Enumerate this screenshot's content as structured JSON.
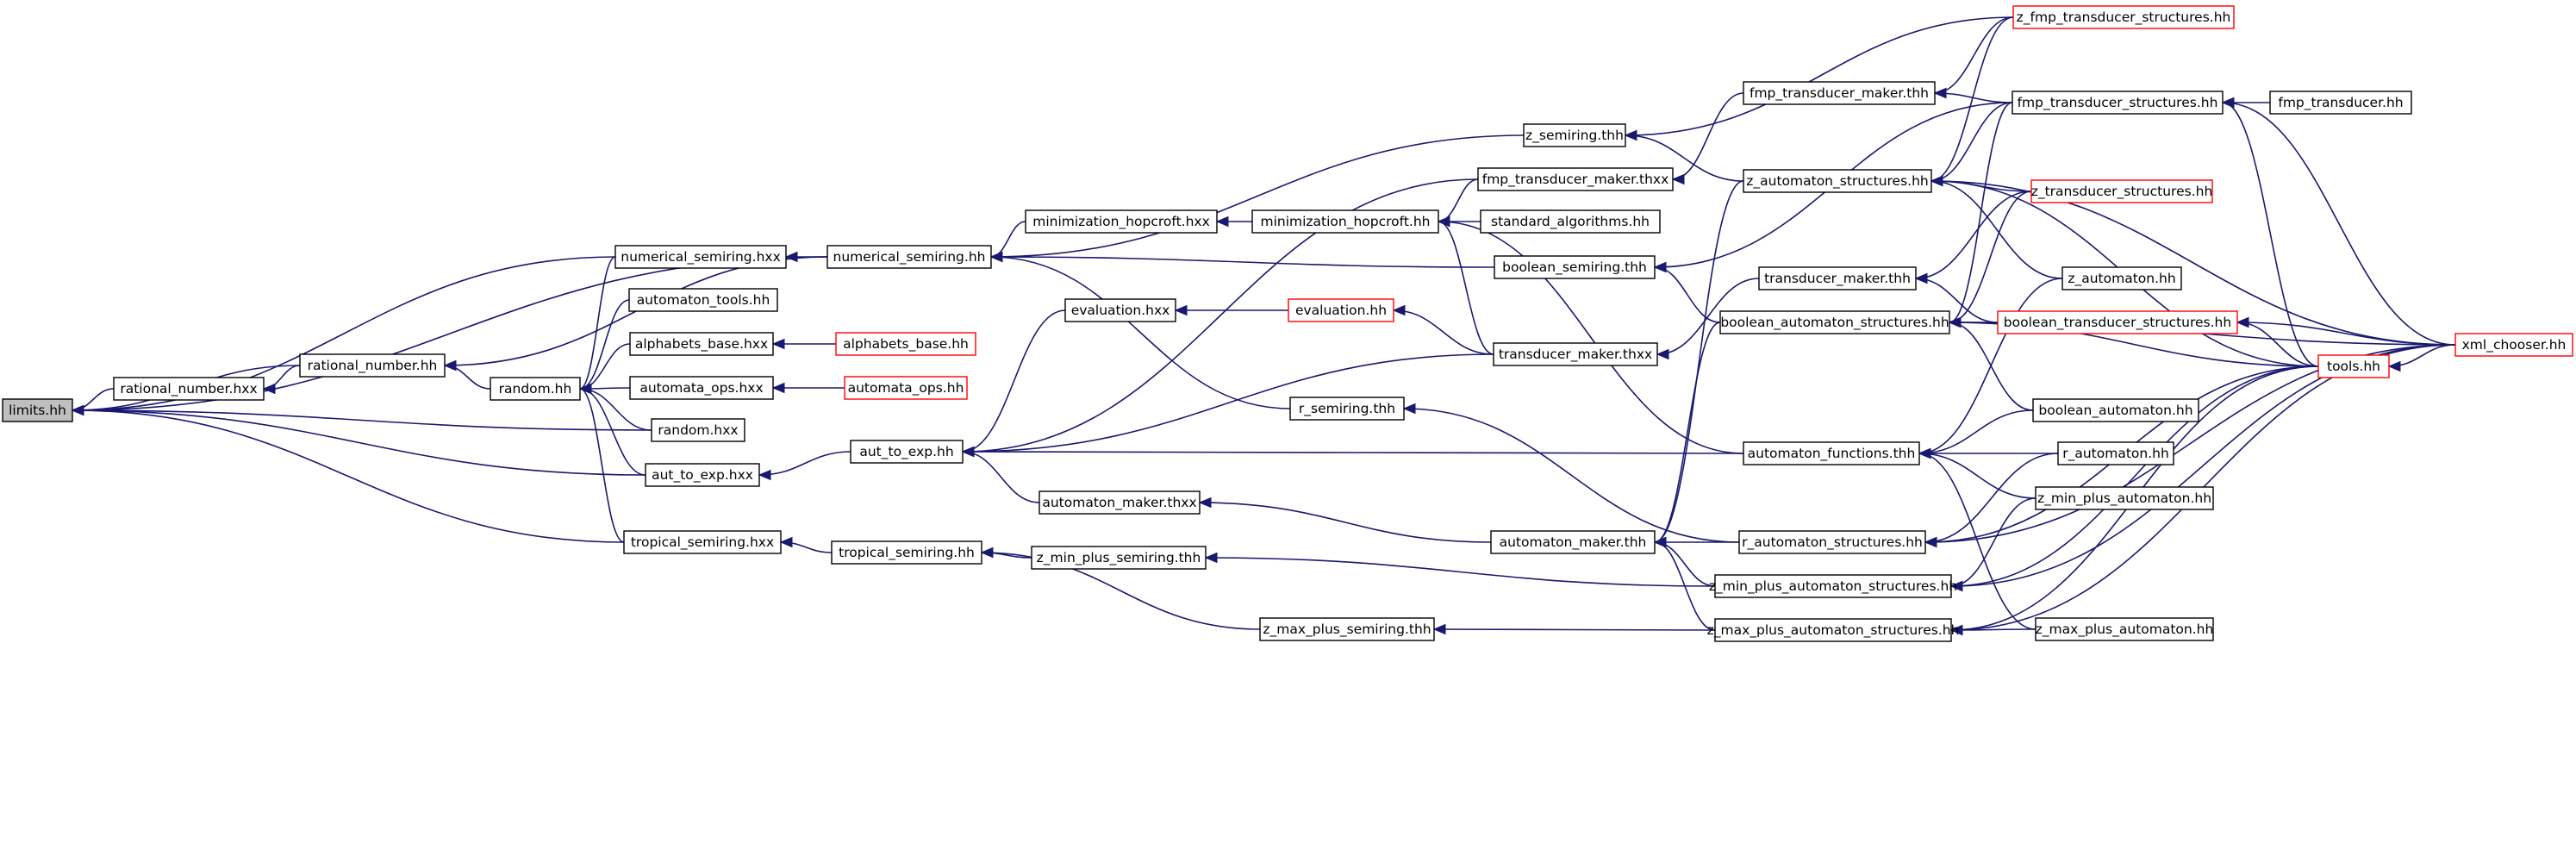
{
  "graph": {
    "colors": {
      "edge": "#191970",
      "normal_border": "#000000",
      "link_border": "#ff0000",
      "root_fill": "#bfbfbf",
      "background": "#ffffff"
    },
    "nodes": [
      {
        "id": "limits",
        "label": "limits.hh",
        "kind": "root"
      },
      {
        "id": "rational_number_hxx",
        "label": "rational_number.hxx",
        "kind": "normal"
      },
      {
        "id": "rational_number_hh",
        "label": "rational_number.hh",
        "kind": "normal"
      },
      {
        "id": "random_hh",
        "label": "random.hh",
        "kind": "normal"
      },
      {
        "id": "random_hxx",
        "label": "random.hxx",
        "kind": "normal"
      },
      {
        "id": "aut_to_exp_hxx",
        "label": "aut_to_exp.hxx",
        "kind": "normal"
      },
      {
        "id": "tropical_semiring_hxx",
        "label": "tropical_semiring.hxx",
        "kind": "normal"
      },
      {
        "id": "numerical_semiring_hxx",
        "label": "numerical_semiring.hxx",
        "kind": "normal"
      },
      {
        "id": "automaton_tools",
        "label": "automaton_tools.hh",
        "kind": "normal"
      },
      {
        "id": "alphabets_base_hxx",
        "label": "alphabets_base.hxx",
        "kind": "normal"
      },
      {
        "id": "automata_ops_hxx",
        "label": "automata_ops.hxx",
        "kind": "normal"
      },
      {
        "id": "alphabets_base_hh",
        "label": "alphabets_base.hh",
        "kind": "link"
      },
      {
        "id": "automata_ops_hh",
        "label": "automata_ops.hh",
        "kind": "link"
      },
      {
        "id": "numerical_semiring_hh",
        "label": "numerical_semiring.hh",
        "kind": "normal"
      },
      {
        "id": "aut_to_exp_hh",
        "label": "aut_to_exp.hh",
        "kind": "normal"
      },
      {
        "id": "tropical_semiring_hh",
        "label": "tropical_semiring.hh",
        "kind": "normal"
      },
      {
        "id": "minimization_hopcroft_hxx",
        "label": "minimization_hopcroft.hxx",
        "kind": "normal"
      },
      {
        "id": "minimization_hopcroft_hh",
        "label": "minimization_hopcroft.hh",
        "kind": "normal"
      },
      {
        "id": "evaluation_hxx",
        "label": "evaluation.hxx",
        "kind": "normal"
      },
      {
        "id": "evaluation_hh",
        "label": "evaluation.hh",
        "kind": "link"
      },
      {
        "id": "automaton_maker_thxx",
        "label": "automaton_maker.thxx",
        "kind": "normal"
      },
      {
        "id": "z_min_plus_semiring",
        "label": "z_min_plus_semiring.thh",
        "kind": "normal"
      },
      {
        "id": "z_max_plus_semiring",
        "label": "z_max_plus_semiring.thh",
        "kind": "normal"
      },
      {
        "id": "r_semiring",
        "label": "r_semiring.thh",
        "kind": "normal"
      },
      {
        "id": "z_semiring",
        "label": "z_semiring.thh",
        "kind": "normal"
      },
      {
        "id": "fmp_transducer_maker_thxx",
        "label": "fmp_transducer_maker.thxx",
        "kind": "normal"
      },
      {
        "id": "standard_algorithms",
        "label": "standard_algorithms.hh",
        "kind": "normal"
      },
      {
        "id": "boolean_semiring",
        "label": "boolean_semiring.thh",
        "kind": "normal"
      },
      {
        "id": "transducer_maker_thxx",
        "label": "transducer_maker.thxx",
        "kind": "normal"
      },
      {
        "id": "automaton_maker_thh",
        "label": "automaton_maker.thh",
        "kind": "normal"
      },
      {
        "id": "fmp_transducer_maker_thh",
        "label": "fmp_transducer_maker.thh",
        "kind": "normal"
      },
      {
        "id": "z_automaton_structures",
        "label": "z_automaton_structures.hh",
        "kind": "normal"
      },
      {
        "id": "transducer_maker_thh",
        "label": "transducer_maker.thh",
        "kind": "normal"
      },
      {
        "id": "boolean_automaton_structures",
        "label": "boolean_automaton_structures.hh",
        "kind": "normal"
      },
      {
        "id": "automaton_functions",
        "label": "automaton_functions.thh",
        "kind": "normal"
      },
      {
        "id": "r_automaton_structures",
        "label": "r_automaton_structures.hh",
        "kind": "normal"
      },
      {
        "id": "z_min_plus_automaton_structures",
        "label": "z_min_plus_automaton_structures.hh",
        "kind": "normal"
      },
      {
        "id": "z_max_plus_automaton_structures",
        "label": "z_max_plus_automaton_structures.hh",
        "kind": "normal"
      },
      {
        "id": "z_fmp_transducer_structures",
        "label": "z_fmp_transducer_structures.hh",
        "kind": "link"
      },
      {
        "id": "fmp_transducer_structures",
        "label": "fmp_transducer_structures.hh",
        "kind": "normal"
      },
      {
        "id": "z_transducer_structures",
        "label": "z_transducer_structures.hh",
        "kind": "link"
      },
      {
        "id": "z_automaton",
        "label": "z_automaton.hh",
        "kind": "normal"
      },
      {
        "id": "boolean_transducer_structures",
        "label": "boolean_transducer_structures.hh",
        "kind": "link"
      },
      {
        "id": "boolean_automaton",
        "label": "boolean_automaton.hh",
        "kind": "normal"
      },
      {
        "id": "r_automaton",
        "label": "r_automaton.hh",
        "kind": "normal"
      },
      {
        "id": "z_min_plus_automaton",
        "label": "z_min_plus_automaton.hh",
        "kind": "normal"
      },
      {
        "id": "z_max_plus_automaton",
        "label": "z_max_plus_automaton.hh",
        "kind": "normal"
      },
      {
        "id": "fmp_transducer",
        "label": "fmp_transducer.hh",
        "kind": "normal"
      },
      {
        "id": "tools",
        "label": "tools.hh",
        "kind": "link"
      },
      {
        "id": "xml_chooser",
        "label": "xml_chooser.hh",
        "kind": "link"
      }
    ],
    "edges": [
      [
        "rational_number_hxx",
        "limits"
      ],
      [
        "rational_number_hh",
        "limits"
      ],
      [
        "random_hxx",
        "limits"
      ],
      [
        "aut_to_exp_hxx",
        "limits"
      ],
      [
        "tropical_semiring_hxx",
        "limits"
      ],
      [
        "numerical_semiring_hxx",
        "limits"
      ],
      [
        "numerical_semiring_hh",
        "limits"
      ],
      [
        "rational_number_hh",
        "rational_number_hxx"
      ],
      [
        "random_hh",
        "rational_number_hh"
      ],
      [
        "numerical_semiring_hh",
        "rational_number_hh"
      ],
      [
        "automaton_tools",
        "random_hh"
      ],
      [
        "alphabets_base_hxx",
        "random_hh"
      ],
      [
        "automata_ops_hxx",
        "random_hh"
      ],
      [
        "random_hxx",
        "random_hh"
      ],
      [
        "aut_to_exp_hxx",
        "random_hh"
      ],
      [
        "tropical_semiring_hxx",
        "random_hh"
      ],
      [
        "numerical_semiring_hxx",
        "random_hh"
      ],
      [
        "alphabets_base_hh",
        "alphabets_base_hxx"
      ],
      [
        "automata_ops_hh",
        "automata_ops_hxx"
      ],
      [
        "numerical_semiring_hh",
        "numerical_semiring_hxx"
      ],
      [
        "aut_to_exp_hh",
        "aut_to_exp_hxx"
      ],
      [
        "tropical_semiring_hh",
        "tropical_semiring_hxx"
      ],
      [
        "minimization_hopcroft_hxx",
        "numerical_semiring_hh"
      ],
      [
        "boolean_semiring",
        "numerical_semiring_hh"
      ],
      [
        "z_semiring",
        "numerical_semiring_hh"
      ],
      [
        "r_semiring",
        "numerical_semiring_hh"
      ],
      [
        "evaluation_hxx",
        "aut_to_exp_hh"
      ],
      [
        "transducer_maker_thxx",
        "aut_to_exp_hh"
      ],
      [
        "fmp_transducer_maker_thxx",
        "aut_to_exp_hh"
      ],
      [
        "automaton_maker_thxx",
        "aut_to_exp_hh"
      ],
      [
        "automaton_functions",
        "aut_to_exp_hh"
      ],
      [
        "z_min_plus_semiring",
        "tropical_semiring_hh"
      ],
      [
        "z_max_plus_semiring",
        "tropical_semiring_hh"
      ],
      [
        "minimization_hopcroft_hh",
        "minimization_hopcroft_hxx"
      ],
      [
        "standard_algorithms",
        "minimization_hopcroft_hh"
      ],
      [
        "transducer_maker_thxx",
        "minimization_hopcroft_hh"
      ],
      [
        "automaton_functions",
        "minimization_hopcroft_hh"
      ],
      [
        "fmp_transducer_maker_thxx",
        "minimization_hopcroft_hh"
      ],
      [
        "evaluation_hh",
        "evaluation_hxx"
      ],
      [
        "transducer_maker_thxx",
        "evaluation_hh"
      ],
      [
        "automaton_maker_thh",
        "automaton_maker_thxx"
      ],
      [
        "z_min_plus_automaton_structures",
        "z_min_plus_semiring"
      ],
      [
        "z_max_plus_automaton_structures",
        "z_max_plus_semiring"
      ],
      [
        "r_automaton_structures",
        "r_semiring"
      ],
      [
        "z_automaton_structures",
        "z_semiring"
      ],
      [
        "z_fmp_transducer_structures",
        "z_semiring"
      ],
      [
        "fmp_transducer_maker_thh",
        "fmp_transducer_maker_thxx"
      ],
      [
        "boolean_automaton_structures",
        "boolean_semiring"
      ],
      [
        "fmp_transducer_structures",
        "boolean_semiring"
      ],
      [
        "transducer_maker_thh",
        "transducer_maker_thxx"
      ],
      [
        "z_automaton_structures",
        "automaton_maker_thh"
      ],
      [
        "boolean_automaton_structures",
        "automaton_maker_thh"
      ],
      [
        "r_automaton_structures",
        "automaton_maker_thh"
      ],
      [
        "z_min_plus_automaton_structures",
        "automaton_maker_thh"
      ],
      [
        "z_max_plus_automaton_structures",
        "automaton_maker_thh"
      ],
      [
        "fmp_transducer_structures",
        "fmp_transducer_maker_thh"
      ],
      [
        "z_fmp_transducer_structures",
        "fmp_transducer_maker_thh"
      ],
      [
        "z_transducer_structures",
        "transducer_maker_thh"
      ],
      [
        "boolean_transducer_structures",
        "transducer_maker_thh"
      ],
      [
        "z_transducer_structures",
        "z_automaton_structures"
      ],
      [
        "z_automaton",
        "z_automaton_structures"
      ],
      [
        "tools",
        "z_automaton_structures"
      ],
      [
        "xml_chooser",
        "z_automaton_structures"
      ],
      [
        "fmp_transducer_structures",
        "z_automaton_structures"
      ],
      [
        "z_fmp_transducer_structures",
        "z_automaton_structures"
      ],
      [
        "boolean_transducer_structures",
        "boolean_automaton_structures"
      ],
      [
        "boolean_automaton",
        "boolean_automaton_structures"
      ],
      [
        "tools",
        "boolean_automaton_structures"
      ],
      [
        "xml_chooser",
        "boolean_automaton_structures"
      ],
      [
        "fmp_transducer_structures",
        "boolean_automaton_structures"
      ],
      [
        "z_transducer_structures",
        "boolean_automaton_structures"
      ],
      [
        "boolean_automaton",
        "automaton_functions"
      ],
      [
        "r_automaton",
        "automaton_functions"
      ],
      [
        "z_min_plus_automaton",
        "automaton_functions"
      ],
      [
        "z_max_plus_automaton",
        "automaton_functions"
      ],
      [
        "z_automaton",
        "automaton_functions"
      ],
      [
        "r_automaton",
        "r_automaton_structures"
      ],
      [
        "tools",
        "r_automaton_structures"
      ],
      [
        "xml_chooser",
        "r_automaton_structures"
      ],
      [
        "z_min_plus_automaton",
        "z_min_plus_automaton_structures"
      ],
      [
        "tools",
        "z_min_plus_automaton_structures"
      ],
      [
        "xml_chooser",
        "z_min_plus_automaton_structures"
      ],
      [
        "z_max_plus_automaton",
        "z_max_plus_automaton_structures"
      ],
      [
        "tools",
        "z_max_plus_automaton_structures"
      ],
      [
        "xml_chooser",
        "z_max_plus_automaton_structures"
      ],
      [
        "fmp_transducer",
        "fmp_transducer_structures"
      ],
      [
        "tools",
        "fmp_transducer_structures"
      ],
      [
        "xml_chooser",
        "fmp_transducer_structures"
      ],
      [
        "tools",
        "boolean_transducer_structures"
      ],
      [
        "xml_chooser",
        "boolean_transducer_structures"
      ],
      [
        "xml_chooser",
        "tools"
      ]
    ]
  }
}
